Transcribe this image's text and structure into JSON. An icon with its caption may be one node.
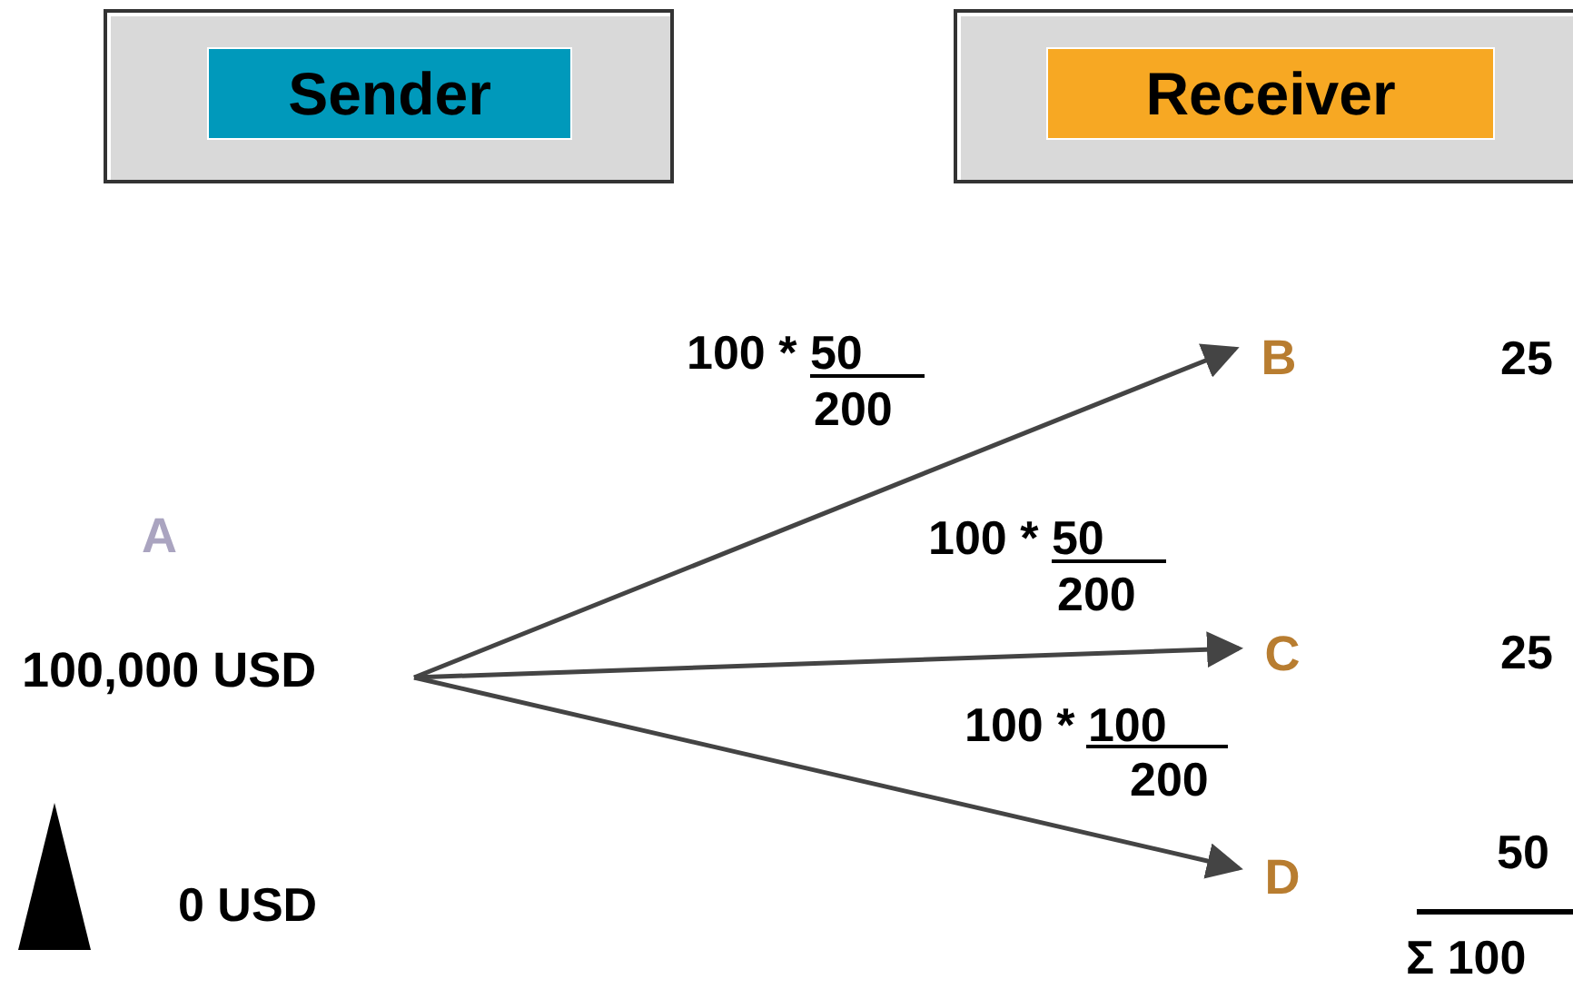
{
  "diagram": {
    "nodes": [
      {
        "text": [
          "Sender"
        ]
      },
      {
        "text": [
          "Receiver"
        ]
      },
      {
        "text": [
          "A",
          "100,000 USD"
        ]
      },
      {
        "text": [
          "B"
        ]
      },
      {
        "text": [
          "C"
        ]
      },
      {
        "text": [
          "D"
        ]
      }
    ],
    "edges": [
      {
        "from": 2,
        "to": 3,
        "arrow": "to"
      },
      {
        "from": 2,
        "to": 4,
        "arrow": "to"
      },
      {
        "from": 2,
        "to": 5,
        "arrow": "to"
      }
    ],
    "labels": [
      "100 * 50",
      "25",
      "200",
      "100 * 50",
      "200",
      "25",
      "100 * 100",
      "200",
      "50",
      "0 USD",
      "Σ 100"
    ]
  }
}
